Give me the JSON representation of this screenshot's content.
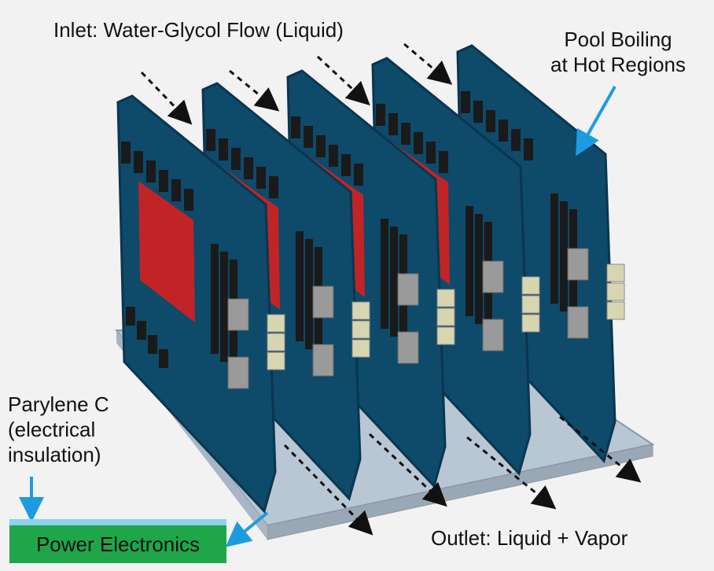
{
  "labels": {
    "inlet": "Inlet: Water-Glycol Flow (Liquid)",
    "pool_line1": "Pool Boiling",
    "pool_line2": "at Hot Regions",
    "parylene_line1": "Parylene C",
    "parylene_line2": "(electrical",
    "parylene_line3": "insulation)",
    "outlet": "Outlet: Liquid + Vapor",
    "power_electronics": "Power Electronics"
  },
  "colors": {
    "board": "#0e4a6a",
    "board_edge": "#0a3650",
    "hot_region": "#d42020",
    "component_black": "#1a1a1a",
    "component_gray": "#9a9a9a",
    "component_beige": "#d8d6b0",
    "baseplate": "#b9c7d4",
    "arrow_blue": "#1e9be0",
    "power_green": "#1fa64a",
    "coating_blue": "#8fd0f0"
  },
  "boards": 5,
  "icons": {
    "inlet_arrows": "dashed-arrow-icon",
    "outlet_arrows": "dashed-arrow-icon",
    "pointer": "blue-arrow-icon"
  }
}
